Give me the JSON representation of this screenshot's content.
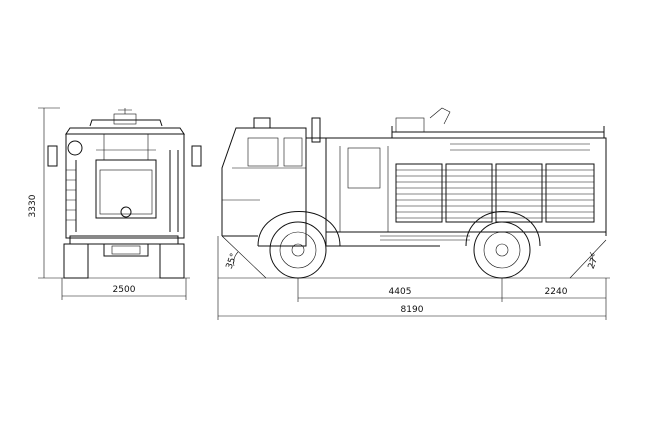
{
  "drawing": {
    "dimensions": {
      "height": "3330",
      "width": "2500",
      "wheelbase": "4405",
      "rear_overhang": "2240",
      "overall_length": "8190",
      "approach_angle": "35°",
      "departure_angle": "27°"
    }
  }
}
